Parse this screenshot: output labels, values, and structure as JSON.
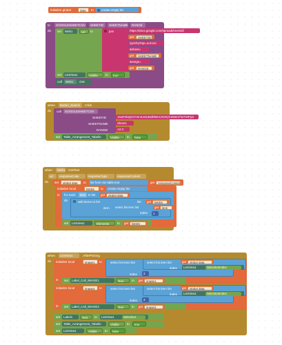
{
  "block1": {
    "init_label": "initialize global",
    "var_name": "data",
    "to_label": "to",
    "create_empty_list": "create empty list"
  },
  "block2": {
    "to_label": "to",
    "procedure_name": "GOOGLESHEETCSV",
    "param1": "SHEETID",
    "param2": "SHEETNAME",
    "param3": "RANGE",
    "do_label": "do",
    "set_label": "set",
    "component": "Web1",
    "prop_url": "Url",
    "to2": "to",
    "join_label": "join",
    "str1": "https://docs.google.com/spreadsheets/d/",
    "get_label": "get",
    "get1": "SHEETID",
    "str2": "/gviz/tq?tqx=out:csv",
    "str3": "&sheet=",
    "get2": "SHEETNAME",
    "str4": "&range=",
    "get3": "RANGE",
    "set2_comp": "ListView1",
    "set2_prop": "Visible",
    "bool_true": "true",
    "call_label": "call",
    "call_comp": "Web1",
    "call_method": ".Get"
  },
  "block3": {
    "when_label": "when",
    "component": "Button_Search",
    "event": ".Click",
    "do_label": "do",
    "call_label": "call",
    "procedure": "GOOGLESHEETCSV",
    "sheetid_label": "SHEETID",
    "sheetid_value": "1NoP4bQDOY5r4U6lUMdhl9KXOGRjYo059AFh2TMPjLk",
    "sheetname_label": "SHEETNAME",
    "sheetname_value": "Sheet1",
    "range_label": "RANGE",
    "range_value": "A2:C",
    "set_label": "set",
    "set_comp": "Table_Arrangement_Tabelle",
    "set_prop": "Visible",
    "to_label": "to",
    "bool_false": "false"
  },
  "block4": {
    "when_label": "when",
    "component": "Web1",
    "event": ".GotText",
    "url_label": "url",
    "param1": "responseCode",
    "param2": "responseType",
    "param3": "responseContent",
    "do_label": "do",
    "set_label": "set",
    "global_data": "global data",
    "to_label": "to",
    "list_from_csv": "list from csv table  text",
    "get_label": "get",
    "response_content": "responseContent",
    "init_local": "initialize local",
    "local_name": "listIDs",
    "create_empty_list": "create empty list",
    "in_label": "in",
    "for_each": "for each",
    "item_label": "item",
    "in_list": "in list",
    "add_items": "add items to list",
    "list_label": "list",
    "get_listids": "listIDs",
    "item_param": "item",
    "select_list_item": "select list item  list",
    "get_item": "item",
    "index_label": "index",
    "index_value": "1",
    "set2_comp": "ListView1",
    "set2_prop": "Elements",
    "get_listids2": "listIDs"
  },
  "block5": {
    "when_label": "when",
    "component": "ListView1",
    "event": ".AfterPicking",
    "do_label": "do",
    "init_local": "initialize local",
    "local1": "image1",
    "to_label": "to",
    "select_list_item": "select list item  list",
    "get_label": "get",
    "global_data": "global data",
    "comp_listview": "ListView1",
    "selection_index": "SelectionIndex",
    "index_label": "index",
    "index_value": "3",
    "in_label": "in",
    "set_label": "set",
    "label_image1": "Label_Call_IMAGE1",
    "text_prop": "Text",
    "get_image1": "image1",
    "local2": "image2",
    "label_image2": "Label_Call_IMAGE2",
    "get_image2": "image2",
    "label1": "Label1",
    "text_prop2": "Text",
    "selection_prop": "Selection",
    "table_arr": "Table_Arrangement_Tabelle",
    "visible_prop": "Visible",
    "bool_true": "true",
    "listview1": "ListView1",
    "bool_false": "false"
  }
}
